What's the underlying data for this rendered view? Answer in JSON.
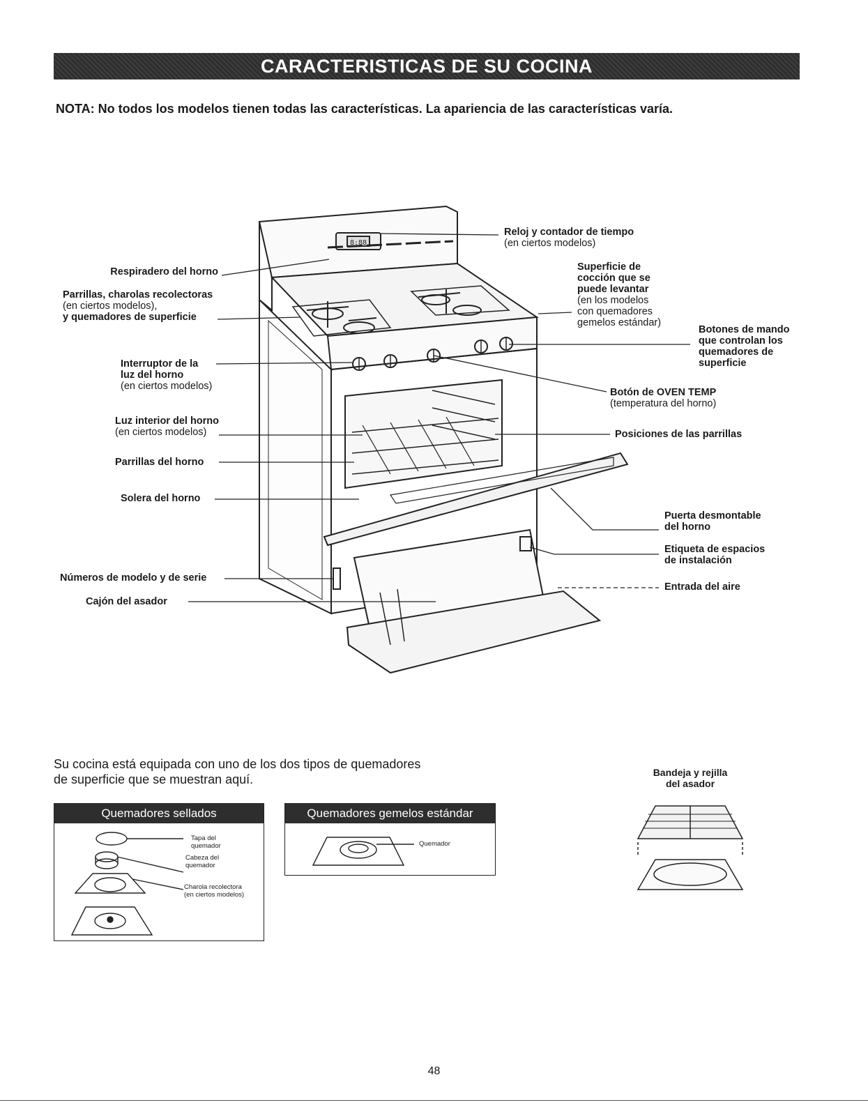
{
  "banner": {
    "title": "CARACTERISTICAS DE SU COCINA"
  },
  "nota": "NOTA: No todos los modelos tienen todas las características. La apariencia de las características varía.",
  "labels": {
    "respiradero": "Respiradero del horno",
    "parrillas_charolas": "Parrillas, charolas recolectoras",
    "parrillas_charolas_sub": "(en ciertos modelos),",
    "parrillas_charolas_3": "y quemadores de superficie",
    "interruptor_1": "Interruptor de la",
    "interruptor_2": "luz del horno",
    "interruptor_sub": "(en ciertos modelos)",
    "luz_interior": "Luz interior del horno",
    "luz_interior_sub": "(en ciertos modelos)",
    "parrillas_horno": "Parrillas del horno",
    "solera": "Solera del horno",
    "numeros": "Números de modelo y de serie",
    "cajon": "Cajón del asador",
    "reloj": "Reloj y contador de tiempo",
    "reloj_sub": "(en ciertos modelos)",
    "superficie_1": "Superficie de",
    "superficie_2": "cocción que se",
    "superficie_3": "puede levantar",
    "superficie_sub1": "(en los modelos",
    "superficie_sub2": "con quemadores",
    "superficie_sub3": "gemelos estándar)",
    "botones_1": "Botones de mando",
    "botones_2": "que controlan los",
    "botones_3": "quemadores de",
    "botones_4": "superficie",
    "oven_temp": "Botón de OVEN TEMP",
    "oven_temp_sub": "(temperatura del horno)",
    "posiciones": "Posiciones de las parrillas",
    "puerta_1": "Puerta desmontable",
    "puerta_2": "del horno",
    "etiqueta_1": "Etiqueta de espacios",
    "etiqueta_2": "de instalación",
    "entrada": "Entrada del aire"
  },
  "intro": {
    "line1": "Su cocina está equipada con uno de los dos tipos de quemadores",
    "line2": "de superficie que se muestran aquí."
  },
  "sealed": {
    "title": "Quemadores sellados",
    "tapa_1": "Tapa del",
    "tapa_2": "quemador",
    "cabeza_1": "Cabeza del",
    "cabeza_2": "quemador",
    "charola_1": "Charola recolectora",
    "charola_2": "(en ciertos modelos)"
  },
  "twin": {
    "title": "Quemadores gemelos estándar",
    "quemador": "Quemador"
  },
  "broiler": {
    "line1": "Bandeja y rejilla",
    "line2": "del asador"
  },
  "clock_display": "8:88",
  "page_number": "48"
}
